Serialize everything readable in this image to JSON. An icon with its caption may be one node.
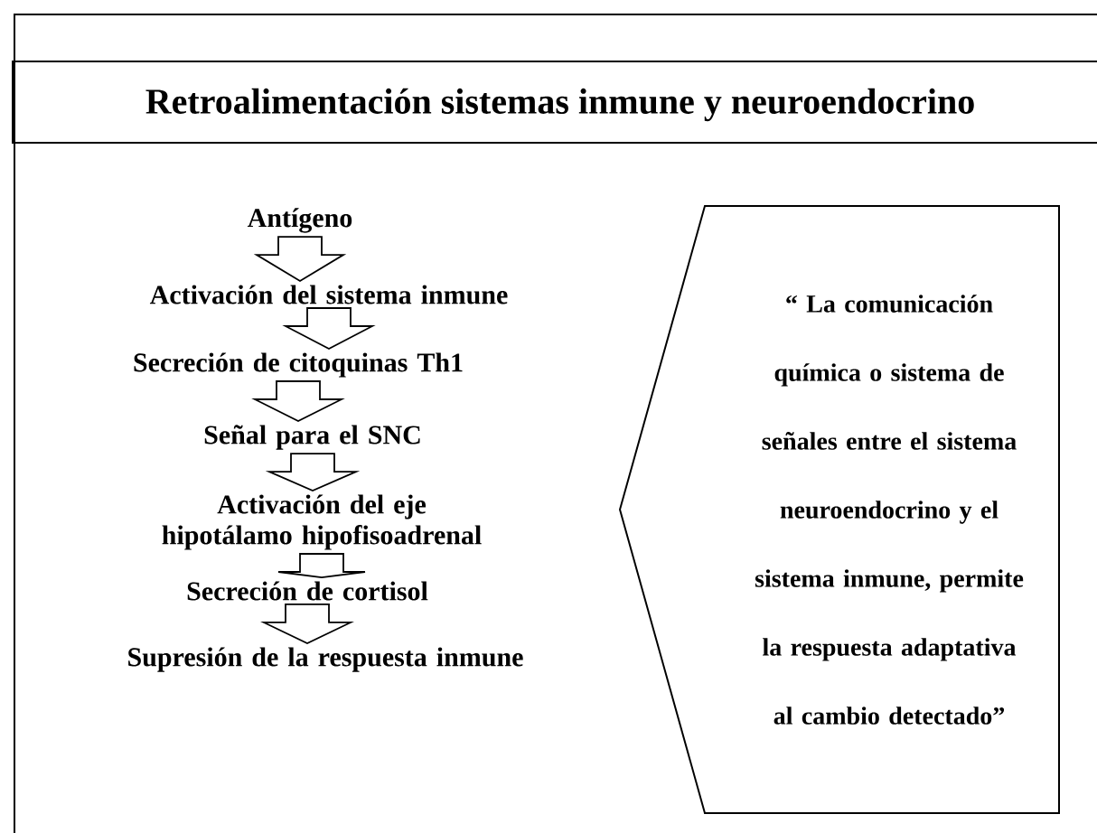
{
  "diagram": {
    "title": "Retroalimentación sistemas inmune y neuroendocrino",
    "nodes": [
      {
        "text": [
          "Antígeno"
        ]
      },
      {
        "text": [
          "Activación del sistema inmune"
        ]
      },
      {
        "text": [
          "Secreción de citoquinas Th1"
        ]
      },
      {
        "text": [
          "Señal para el SNC"
        ]
      },
      {
        "text": [
          "Activación del eje hipotálamo hipofisoadrenal"
        ]
      },
      {
        "text": [
          "Secreción de cortisol"
        ]
      },
      {
        "text": [
          "Supresión de la respuesta inmune"
        ]
      },
      {
        "text": [
          "“ La comunicación química o sistema de señales entre el sistema neuroendocrino y el sistema inmune, permite la respuesta adaptativa al cambio detectado”"
        ]
      }
    ],
    "edges": [
      {
        "from": 0,
        "to": 1,
        "arrow": "to"
      },
      {
        "from": 1,
        "to": 2,
        "arrow": "to"
      },
      {
        "from": 2,
        "to": 3,
        "arrow": "to"
      },
      {
        "from": 3,
        "to": 4,
        "arrow": "to"
      },
      {
        "from": 4,
        "to": 5,
        "arrow": "to"
      },
      {
        "from": 5,
        "to": 6,
        "arrow": "to"
      }
    ]
  }
}
